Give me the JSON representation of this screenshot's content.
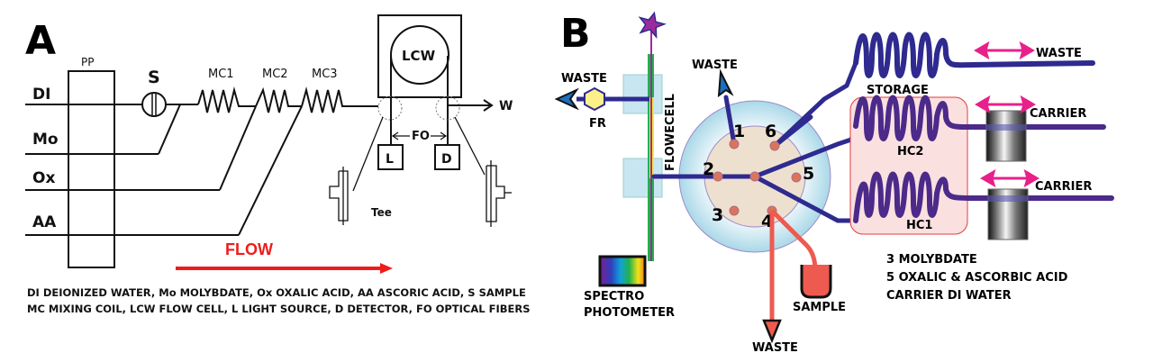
{
  "panel_a": {
    "letter": "A",
    "pump_label": "PP",
    "inlets": [
      "DI",
      "Mo",
      "Ox",
      "AA"
    ],
    "sample_valve_label": "S",
    "mixing_coils": [
      "MC1",
      "MC2",
      "MC3"
    ],
    "flow_cell_label": "LCW",
    "waste_label": "W",
    "fiber_label": "FO",
    "light_source_label": "L",
    "detector_label": "D",
    "tee_label": "Tee",
    "flow_label": "FLOW",
    "flow_color": "#ee1c1c",
    "legend_lines": [
      "DI DEIONIZED WATER,  Mo MOLYBDATE, Ox OXALIC ACID, AA ASCORIC ACID, S SAMPLE",
      "MC MIXING COIL, LCW FLOW CELL, L LIGHT SOURCE, D DETECTOR, FO OPTICAL FIBERS"
    ]
  },
  "panel_b": {
    "letter": "B",
    "waste_left_label": "WASTE",
    "fr_label": "FR",
    "flowcell_label": "FLOWECELL",
    "waste_top_label": "WASTE",
    "ports": [
      "1",
      "2",
      "3",
      "4",
      "5",
      "6"
    ],
    "storage_label": "STORAGE",
    "hc2_label": "HC2",
    "hc1_label": "HC1",
    "outlet_waste_label": "WASTE",
    "carrier_labels": [
      "CARRIER",
      "CARRIER"
    ],
    "spectro_lines": [
      "SPECTRO",
      "PHOTOMETER"
    ],
    "sample_label": "SAMPLE",
    "waste_bottom_label": "WASTE",
    "legend_lines": [
      "3 MOLYBDATE",
      "5 OXALIC & ASCORBIC ACID",
      "CARRIER  DI WATER"
    ],
    "colors": {
      "tubing": "#2e2a8f",
      "coil": "#4b2a8a",
      "sample_line": "#ee5a50",
      "arrow_pink": "#e8208a",
      "valve_outer": "#bfe3ee",
      "valve_inner": "#eee0cf",
      "port": "#d9765a",
      "heater_box": "#fbe0e0",
      "heater_border": "#e43c3c"
    }
  }
}
